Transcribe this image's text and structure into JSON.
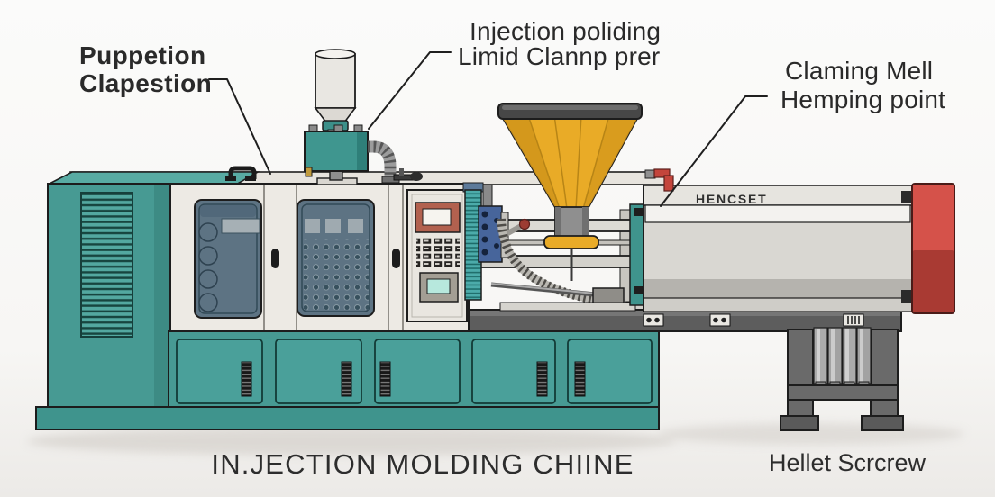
{
  "diagram": {
    "caption": "IN.JECTION MOLDING CHIINE",
    "caption_right": "Hellet Scrcrew",
    "labels": {
      "left": {
        "line1": "Puppetion",
        "line2": "Clapestion"
      },
      "center": {
        "line1": "Injection poliding",
        "line2": "Limid Clannp prer"
      },
      "right": {
        "line1": "Claming Mell",
        "line2": "Hemping point"
      }
    },
    "machine": {
      "brand_plate": "HENCSET"
    },
    "colors": {
      "machine_teal": "#479a93",
      "teal_dark": "#3f948d",
      "body_white": "#edeae4",
      "window_slate": "#5d7383",
      "hopper_yellow": "#e9ab27",
      "end_cap_red": "#d5524a",
      "end_cap_red_dark": "#a93a33",
      "screen_frame_red": "#b2614f",
      "screen_cyan": "#b7e8dd",
      "metal_gray": "#d9d7d2",
      "platform_gray": "#5d5d5d"
    }
  }
}
